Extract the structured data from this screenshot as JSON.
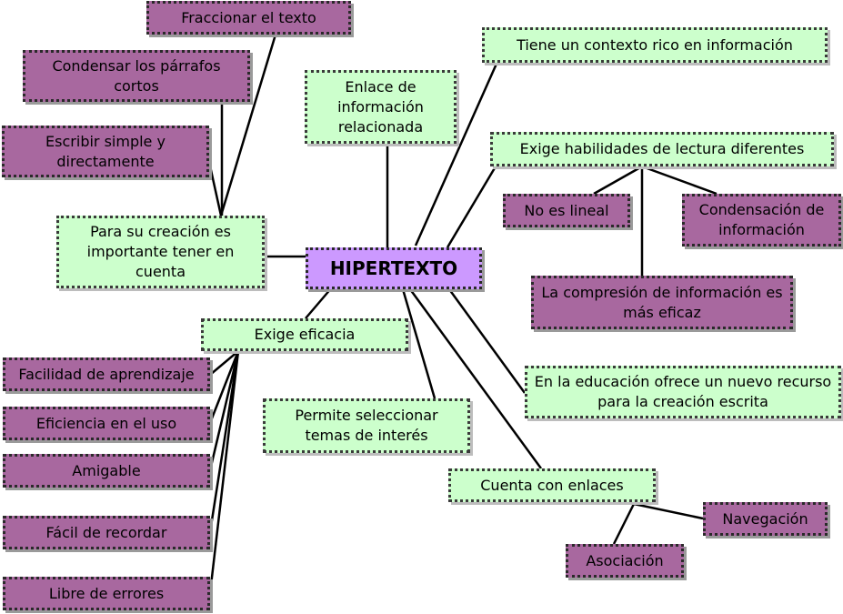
{
  "center": {
    "label": "HIPERTEXTO"
  },
  "nodes": {
    "fraccionar": "Fraccionar el texto",
    "condensar": "Condensar los párrafos cortos",
    "escribir": "Escribir simple y directamente",
    "para_creacion": "Para su creación es importante tener en cuenta",
    "enlace_info": "Enlace de información relacionada",
    "contexto": "Tiene un contexto rico en información",
    "habilidades": "Exige habilidades de lectura diferentes",
    "no_lineal": "No es lineal",
    "condensacion": "Condensación de información",
    "comprension": "La compresión de información es más eficaz",
    "educacion": "En la educación ofrece un nuevo recurso para la creación escrita",
    "exige_eficacia": "Exige eficacia",
    "facilidad": "Facilidad de aprendizaje",
    "eficiencia": "Eficiencia en el uso",
    "amigable": "Amigable",
    "facil_recordar": "Fácil de recordar",
    "libre_errores": "Libre de errores",
    "permite": "Permite seleccionar temas de interés",
    "enlaces": "Cuenta con enlaces",
    "navegacion": "Navegación",
    "asociacion": "Asociación"
  },
  "colors": {
    "green": "#ccffcc",
    "purple": "#a8689f",
    "center": "#cc99ff",
    "line": "#000000"
  }
}
